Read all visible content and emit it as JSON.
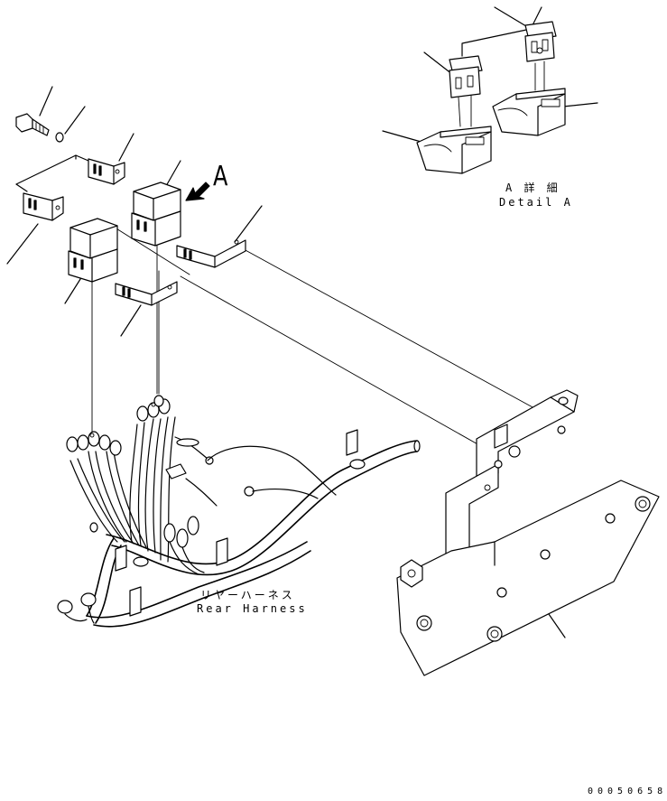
{
  "labels": {
    "view_arrow_letter": "A",
    "detail_title_jp": "A 詳 細",
    "detail_title_en": "Detail A",
    "harness_label_jp": "リヤーハーネス",
    "harness_label_en": "Rear Harness",
    "drawing_number": "00050658"
  }
}
